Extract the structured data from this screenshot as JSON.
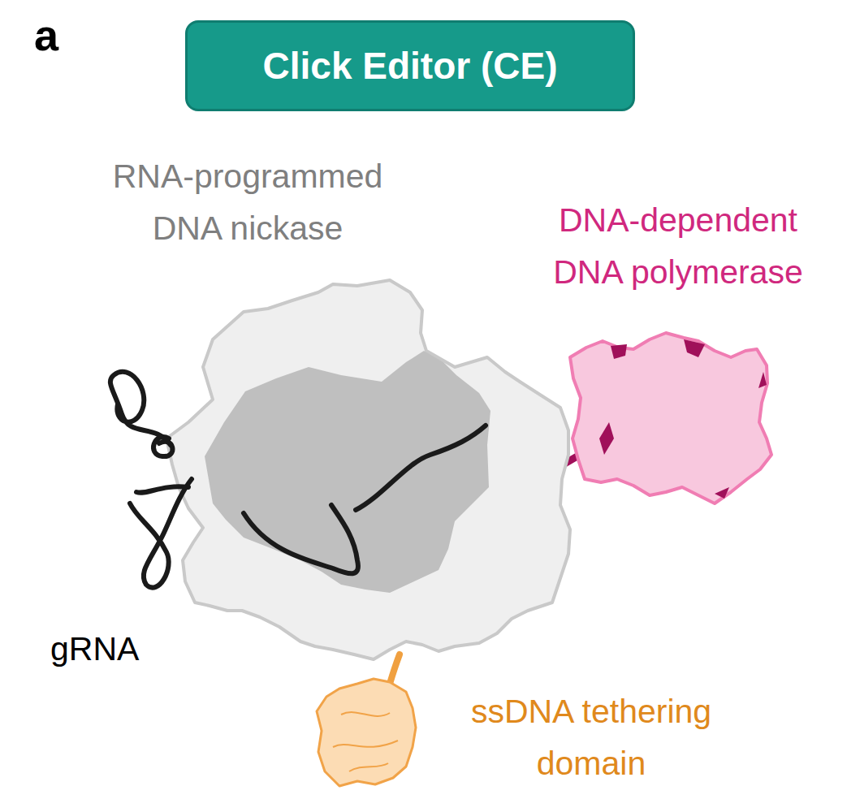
{
  "diagram": {
    "nodes": [
      {
        "text": [
          "Click Editor (CE)"
        ]
      }
    ],
    "labels": [
      "a",
      "RNA-programmed DNA nickase",
      "DNA-dependent DNA polymerase",
      "gRNA",
      "ssDNA tethering domain"
    ]
  }
}
